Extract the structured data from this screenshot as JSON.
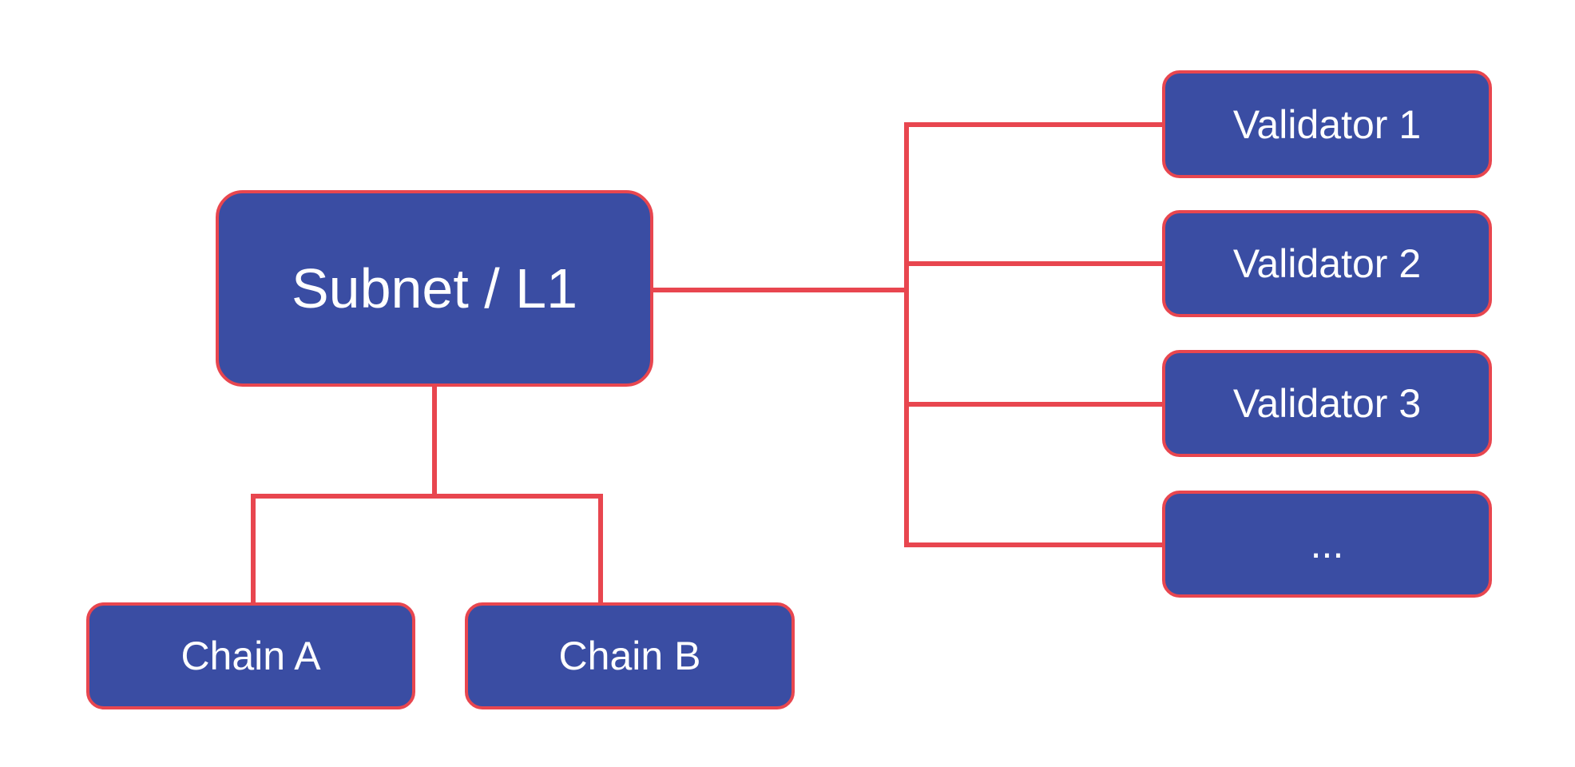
{
  "diagram": {
    "root": {
      "label": "Subnet / L1"
    },
    "chains": [
      {
        "label": "Chain A"
      },
      {
        "label": "Chain B"
      }
    ],
    "validators": [
      {
        "label": "Validator 1"
      },
      {
        "label": "Validator 2"
      },
      {
        "label": "Validator 3"
      },
      {
        "label": "..."
      }
    ],
    "colors": {
      "node_fill": "#3A4DA3",
      "connector": "#E8464F",
      "text": "#FFFFFF",
      "background": "#FFFFFF"
    }
  }
}
